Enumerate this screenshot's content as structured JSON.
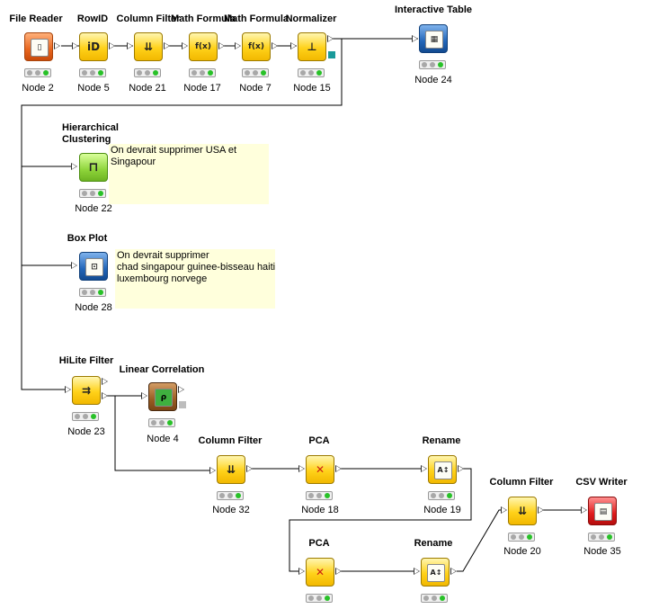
{
  "nodes": [
    {
      "id": "file-reader",
      "title": "File Reader",
      "label": "Node 2",
      "color": "orange",
      "icon": "file-reader-icon",
      "glyph": "▯"
    },
    {
      "id": "rowid",
      "title": "RowID",
      "label": "Node 5",
      "color": "yellow",
      "icon": "rowid-icon",
      "glyph": "iD"
    },
    {
      "id": "column-filter-21",
      "title": "Column Filter",
      "label": "Node 21",
      "color": "yellow",
      "icon": "column-filter-icon",
      "glyph": "⇊"
    },
    {
      "id": "math-formula-17",
      "title": "Math Formula",
      "label": "Node 17",
      "color": "yellow",
      "icon": "math-formula-icon",
      "glyph": "f(x)"
    },
    {
      "id": "math-formula-7",
      "title": "Math Formula",
      "label": "Node 7",
      "color": "yellow",
      "icon": "math-formula-icon",
      "glyph": "f(x)"
    },
    {
      "id": "normalizer",
      "title": "Normalizer",
      "label": "Node 15",
      "color": "yellow",
      "icon": "normalizer-icon",
      "glyph": "⊥"
    },
    {
      "id": "interactive-table",
      "title": "Interactive Table",
      "label": "Node 24",
      "color": "blue",
      "icon": "table-view-icon",
      "glyph": "▦"
    },
    {
      "id": "hierarchical-clustering",
      "title": "Hierarchical Clustering",
      "title_lines": [
        "Hierarchical",
        "Clustering"
      ],
      "label": "Node 22",
      "color": "green",
      "icon": "dendrogram-icon",
      "glyph": "⊓"
    },
    {
      "id": "box-plot",
      "title": "Box Plot",
      "label": "Node 28",
      "color": "blue",
      "icon": "box-plot-icon",
      "glyph": "⊡"
    },
    {
      "id": "hilite-filter",
      "title": "HiLite Filter",
      "label": "Node 23",
      "color": "yellow",
      "icon": "hilite-filter-icon",
      "glyph": "⇉"
    },
    {
      "id": "linear-correlation",
      "title": "Linear Correlation",
      "label": "Node 4",
      "color": "brown",
      "icon": "correlation-icon",
      "glyph": "ρ"
    },
    {
      "id": "column-filter-32",
      "title": "Column Filter",
      "label": "Node 32",
      "color": "yellow",
      "icon": "column-filter-icon",
      "glyph": "⇊"
    },
    {
      "id": "pca-18",
      "title": "PCA",
      "label": "Node 18",
      "color": "yellow",
      "icon": "pca-icon",
      "glyph": "✕"
    },
    {
      "id": "rename-19",
      "title": "Rename",
      "label": "Node 19",
      "color": "yellow",
      "icon": "rename-icon",
      "glyph": "A↕"
    },
    {
      "id": "column-filter-20",
      "title": "Column Filter",
      "label": "Node 20",
      "color": "yellow",
      "icon": "column-filter-icon",
      "glyph": "⇊"
    },
    {
      "id": "csv-writer",
      "title": "CSV Writer",
      "label": "Node 35",
      "color": "red",
      "icon": "csv-writer-icon",
      "glyph": "▤"
    },
    {
      "id": "pca-bottom",
      "title": "PCA",
      "label": "",
      "color": "yellow",
      "icon": "pca-icon",
      "glyph": "✕"
    },
    {
      "id": "rename-bottom",
      "title": "Rename",
      "label": "",
      "color": "yellow",
      "icon": "rename-icon",
      "glyph": "A↕"
    }
  ],
  "annotations": {
    "clustering_note": [
      "On devrait supprimer USA et",
      "Singapour"
    ],
    "boxplot_note": [
      "On devrait supprimer",
      "chad singapour guinee-bisseau haiti",
      "luxembourg norvege"
    ]
  },
  "colors": {
    "status_green": "#28c128",
    "status_gray": "#a8a8a8",
    "annotation_bg": "#ffffdc",
    "normalizer_model_port": "#1a9a9a"
  }
}
